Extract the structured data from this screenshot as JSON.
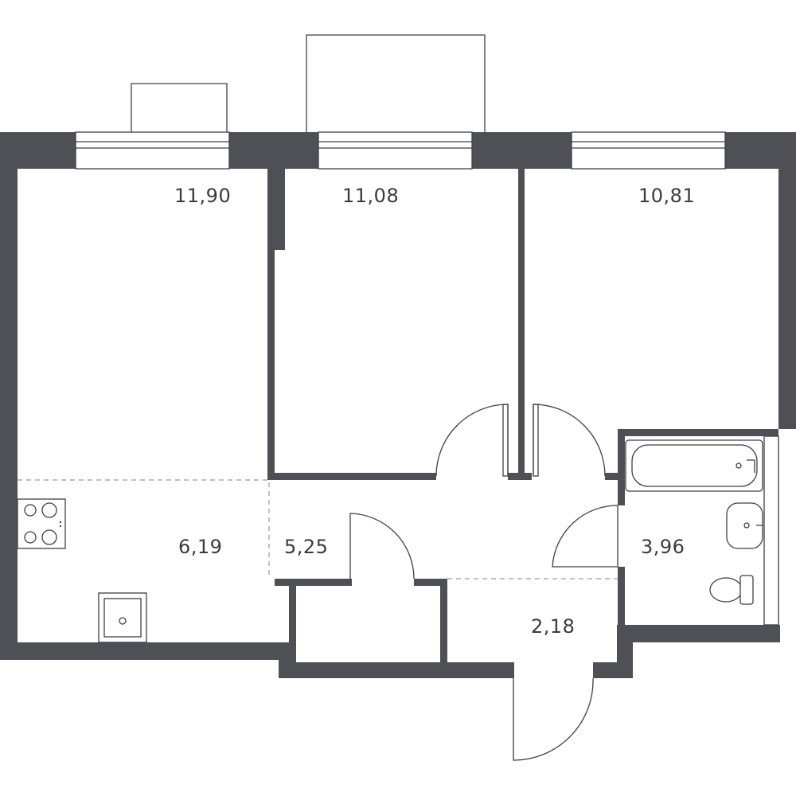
{
  "colors": {
    "wall": "#4f4f56",
    "line": "#3f3f46",
    "text": "#3a3a40"
  },
  "rooms": [
    {
      "key": "room_left",
      "area": "11,90"
    },
    {
      "key": "room_middle",
      "area": "11,08"
    },
    {
      "key": "room_right",
      "area": "10,81"
    },
    {
      "key": "kitchen",
      "area": "6,19"
    },
    {
      "key": "hall",
      "area": "5,25"
    },
    {
      "key": "bathroom",
      "area": "3,96"
    },
    {
      "key": "entry",
      "area": "2,18"
    }
  ],
  "icons": [
    "stove-icon",
    "sink-icon",
    "bathtub-icon",
    "washbasin-icon",
    "toilet-icon"
  ]
}
